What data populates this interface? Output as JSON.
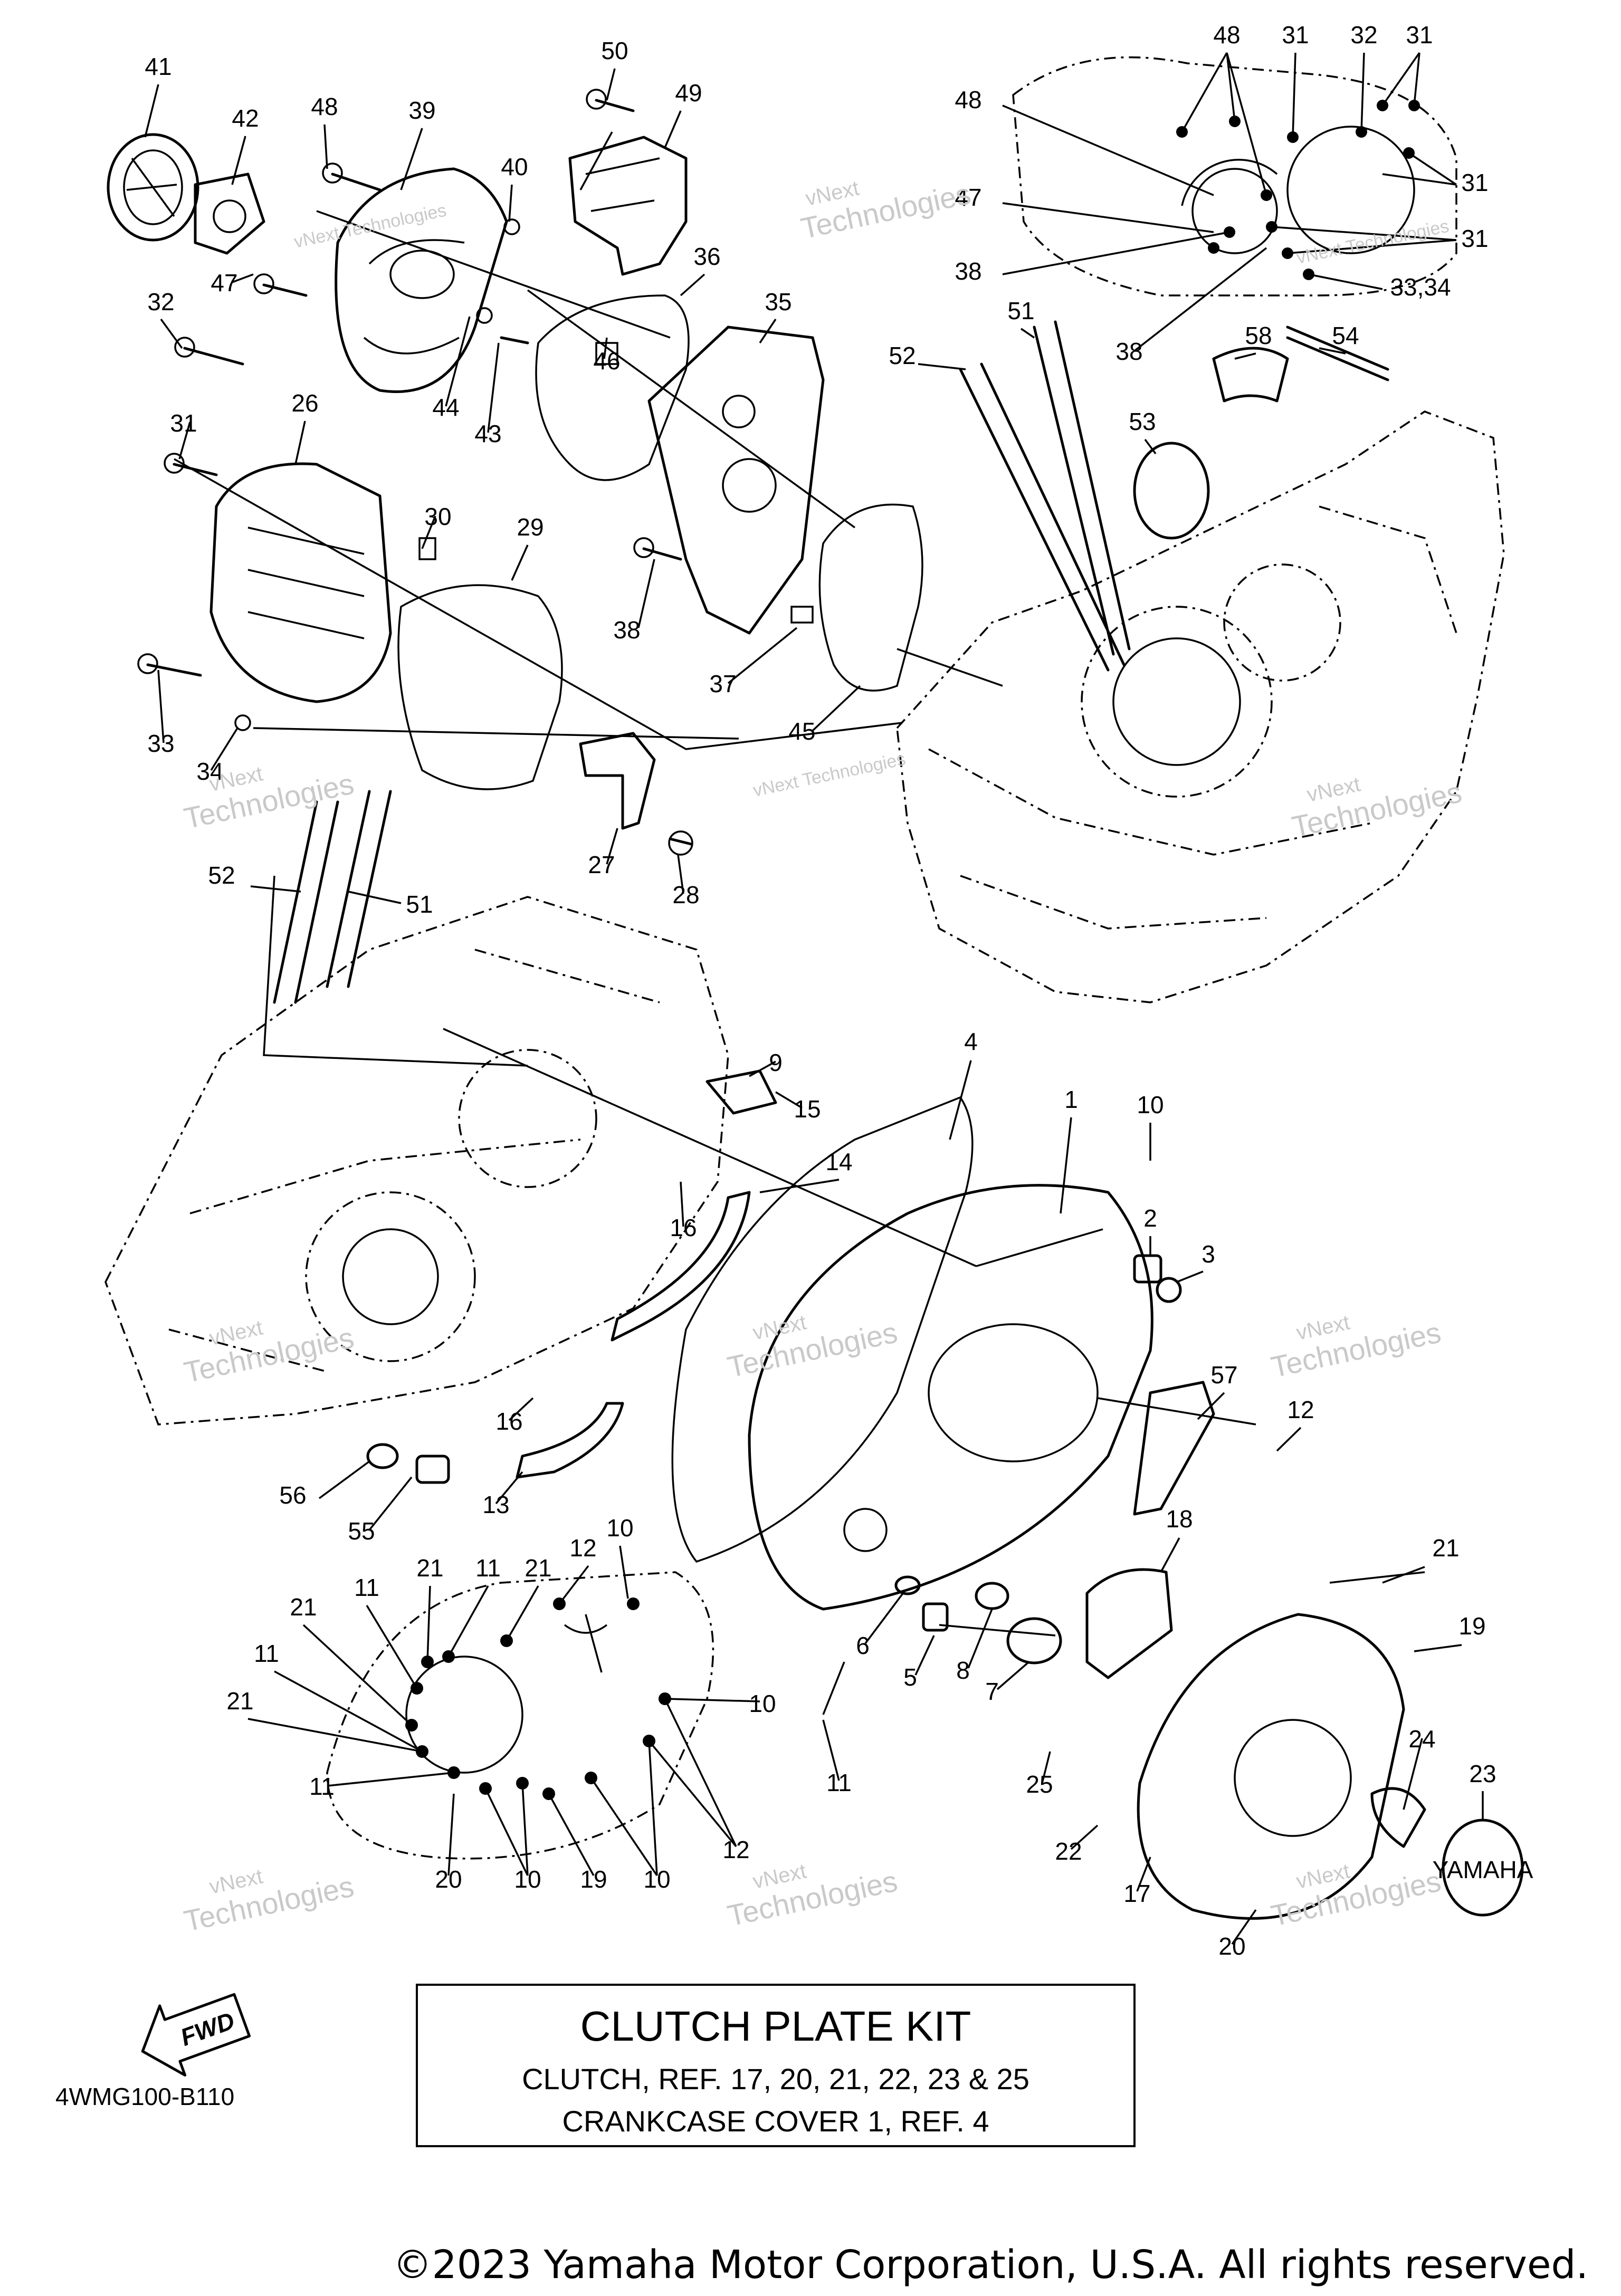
{
  "diagram": {
    "code": "4WMG100-B110",
    "fwd_label": "FWD",
    "footer": "©2023 Yamaha Motor Corporation, U.S.A. All rights reserved.",
    "kit_box": {
      "title": "CLUTCH PLATE KIT",
      "line1": "CLUTCH, REF. 17, 20, 21, 22, 23 & 25",
      "line2": "CRANKCASE COVER 1, REF. 4"
    },
    "watermark": {
      "brand": "vNext Technologies",
      "line_a": "vNext",
      "line_b": "Technologies"
    },
    "cap_emblem": "YAMAHA",
    "callouts": [
      "41",
      "42",
      "48",
      "39",
      "50",
      "49",
      "40",
      "47",
      "36",
      "35",
      "32",
      "44",
      "43",
      "46",
      "31",
      "26",
      "30",
      "29",
      "38",
      "37",
      "45",
      "33",
      "34",
      "27",
      "28",
      "48",
      "31",
      "32",
      "31",
      "48",
      "31",
      "47",
      "31",
      "38",
      "33,34",
      "38",
      "51",
      "52",
      "58",
      "54",
      "53",
      "52",
      "51",
      "9",
      "15",
      "4",
      "1",
      "10",
      "14",
      "16",
      "2",
      "3",
      "57",
      "12",
      "16",
      "13",
      "56",
      "55",
      "18",
      "21",
      "19",
      "10",
      "12",
      "21",
      "11",
      "21",
      "11",
      "21",
      "11",
      "21",
      "11",
      "6",
      "5",
      "8",
      "7",
      "10",
      "11",
      "25",
      "24",
      "23",
      "22",
      "17",
      "20",
      "20",
      "10",
      "19",
      "10",
      "12"
    ]
  }
}
